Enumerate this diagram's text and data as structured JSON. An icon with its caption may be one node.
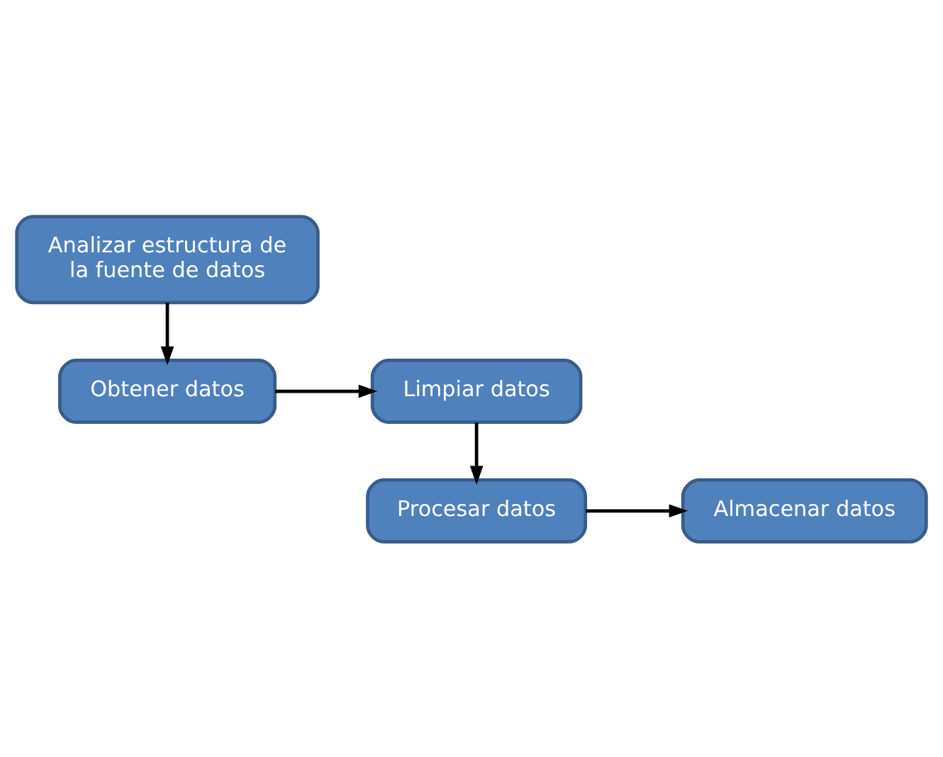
{
  "diagram": {
    "nodes": [
      {
        "text": [
          "Analizar estructura de la fuente de datos"
        ]
      },
      {
        "text": [
          "Obtener datos"
        ]
      },
      {
        "text": [
          "Limpiar datos"
        ]
      },
      {
        "text": [
          "Procesar datos"
        ]
      },
      {
        "text": [
          "Almacenar datos"
        ]
      }
    ],
    "edges": [
      {
        "from": 0,
        "to": 1,
        "arrow": "to"
      },
      {
        "from": 1,
        "to": 2,
        "arrow": "to"
      },
      {
        "from": 2,
        "to": 3,
        "arrow": "to"
      },
      {
        "from": 3,
        "to": 4,
        "arrow": "to"
      }
    ]
  }
}
